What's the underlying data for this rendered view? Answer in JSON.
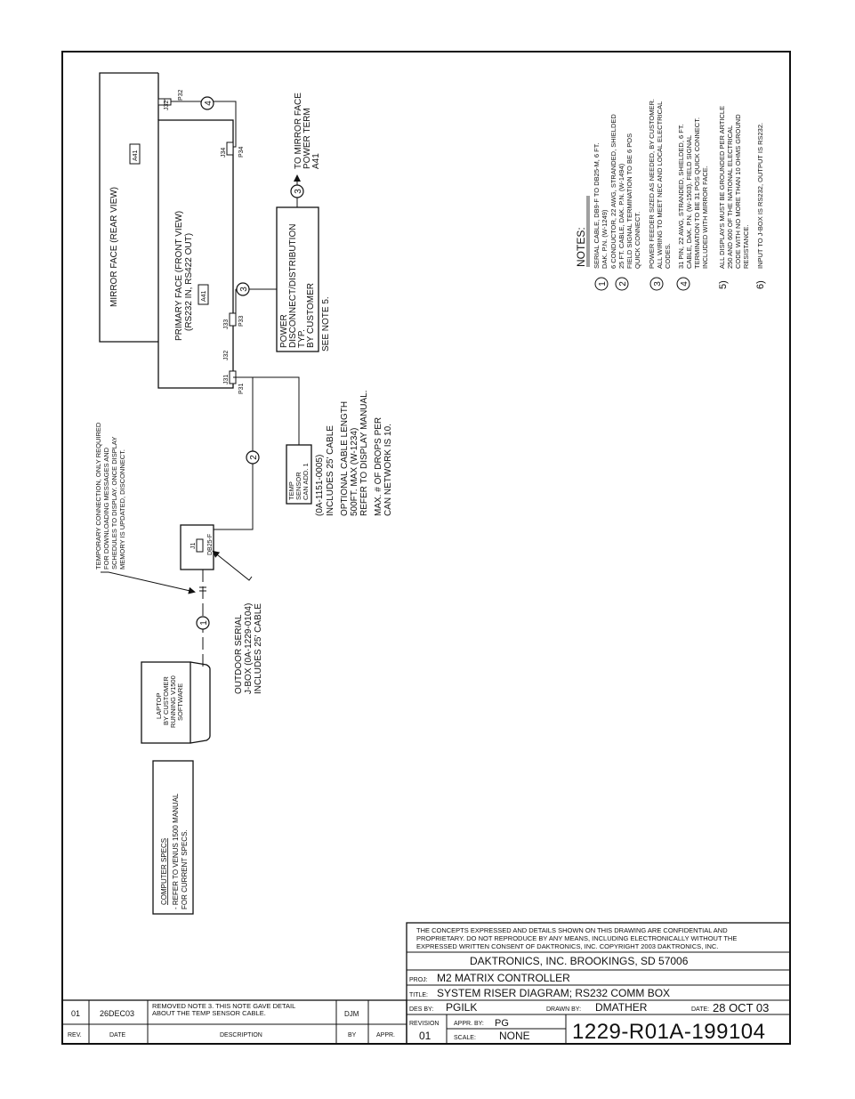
{
  "mirror_face": {
    "title": "MIRROR FACE  (REAR VIEW)",
    "label": "A41"
  },
  "primary_face": {
    "title_line1": "PRIMARY FACE  (FRONT VIEW)",
    "title_line2": "(RS232 IN, RS422 OUT)",
    "label": "A41"
  },
  "connectors": {
    "j31": "J31",
    "j32": "J32",
    "j33": "J33",
    "j34": "J34",
    "j32_top": "J32",
    "p31": "P31",
    "p32": "P32",
    "p33": "P33",
    "p34": "P34",
    "j1": "J1",
    "db25": "DB25-F"
  },
  "callouts": {
    "c1": "1",
    "c2": "2",
    "c3": "3",
    "c4": "4"
  },
  "power_box": {
    "lines": [
      "POWER",
      "DISCONNECT/DISTRIBUTION",
      "TYP.",
      "BY CUSTOMER"
    ],
    "see_note": "SEE NOTE 5."
  },
  "to_mirror": {
    "lines": [
      "TO MIRROR FACE",
      "POWER TERM",
      "A41"
    ]
  },
  "temp_sensor": {
    "lines": [
      "TEMP",
      "SENSOR",
      "CAN ADD. 1"
    ]
  },
  "temp_notes": {
    "lines": [
      "(0A-1151-0005)",
      "INCLUDES 25' CABLE",
      "OPTIONAL CABLE LENGTH",
      "500FT. MAX (W-1234)",
      "REFER TO DISPLAY MANUAL.",
      "MAX. # OF DROPS PER",
      "CAN NETWORK IS 10."
    ]
  },
  "temp_connection": {
    "lines": [
      "TEMPORARY CONNECTION, ONLY REQUIRED",
      "FOR DOWNLOADING MESSAGES AND",
      "SCHEDULES TO DISPLAY. ONCE DISPLAY",
      "MEMORY IS UPDATED, DISCONNECT."
    ]
  },
  "jbox": {
    "lines": [
      "OUTDOOR SERIAL",
      "J-BOX (0A-1229-0104)",
      "INCLUDES 25' CABLE"
    ]
  },
  "laptop": {
    "lines": [
      "LAPTOP",
      "BY CUSTOMER",
      "RUNNING V1500",
      "SOFTWARE"
    ]
  },
  "computer_specs": {
    "title": "COMPUTER SPECS",
    "lines": [
      "- REFER TO VENUS 1500 MANUAL",
      "  FOR CURRENT SPECS."
    ]
  },
  "notes": {
    "title": "NOTES:",
    "items": [
      {
        "num": "1",
        "lines": [
          "SERIAL CABLE, DB9-F TO DB25-M, 6 FT.",
          "DAK. P.N. (W-1249)"
        ]
      },
      {
        "num": "2",
        "lines": [
          "6 CONDUCTOR, 22 AWG, STRANDED, SHIELDED",
          "25 FT. CABLE, DAK. P.N. (W-1494)",
          "FIELD SIGNAL TERMINATION TO BE 6 POS",
          "QUICK CONNECT."
        ]
      },
      {
        "num": "3",
        "lines": [
          "POWER FEEDER SIZED AS NEEDED, BY CUSTOMER.",
          "ALL WIRING TO MEET NEC AND LOCAL ELECTRICAL",
          "CODES."
        ]
      },
      {
        "num": "4",
        "lines": [
          "31 PIN, 22 AWG, STRANDED, SHIELDED, 6 FT.",
          "CABLE, DAK. P.N. (W-1503). FIELD SIGNAL",
          "TERMINATION TO BE 31 POS QUICK CONNECT.",
          "INCLUDED WITH MIRROR FACE."
        ]
      },
      {
        "num": "5)",
        "lines": [
          "ALL DISPLAYS MUST BE GROUNDED PER ARTICLE",
          "250 AND 600 OF THE NATIONAL ELECTRICAL",
          "CODE WITH NO MORE THAN 10 OHMS GROUND",
          "RESISTANCE."
        ]
      },
      {
        "num": "6)",
        "lines": [
          "INPUT TO J-BOX IS RS232, OUTPUT IS RS232."
        ]
      }
    ]
  },
  "title_block": {
    "confidential": [
      "THE CONCEPTS  EXPRESSED  AND  DETAILS SHOWN ON THIS DRAWING ARE CONFIDENTIAL AND",
      "PROPRIETARY.  DO NOT REPRODUCE BY ANY MEANS, INCLUDING ELECTRONICALLY WITHOUT THE",
      "EXPRESSED WRITTEN CONSENT OF DAKTRONICS, INC.           COPYRIGHT 2003 DAKTRONICS, INC."
    ],
    "company": "DAKTRONICS, INC.   BROOKINGS, SD 57006",
    "proj_label": "PROJ:",
    "proj": "M2 MATRIX CONTROLLER",
    "title_label": "TITLE:",
    "title": "SYSTEM RISER DIAGRAM; RS232 COMM BOX",
    "des_label": "DES BY:",
    "des": "PGILK",
    "drawn_label": "DRAWN BY:",
    "drawn": "DMATHER",
    "date_label": "DATE:",
    "date": "28 OCT 03",
    "revision_label": "REVISION",
    "revision": "01",
    "appr_label": "APPR. BY:",
    "appr": "PG",
    "scale_label": "SCALE:",
    "scale": "NONE",
    "drawing_number": "1229-R01A-199104"
  },
  "revision_table": {
    "headers": [
      "REV.",
      "DATE",
      "DESCRIPTION",
      "BY",
      "APPR."
    ],
    "rows": [
      {
        "rev": "01",
        "date": "26DEC03",
        "description": [
          "REMOVED NOTE 3. THIS NOTE GAVE DETAIL",
          "ABOUT THE TEMP SENSOR CABLE."
        ],
        "by": "DJM",
        "appr": ""
      }
    ]
  }
}
